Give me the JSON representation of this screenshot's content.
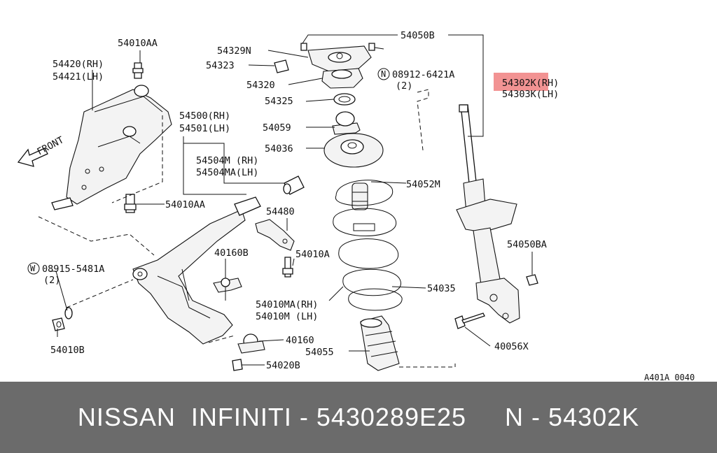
{
  "labels": {
    "l54010AA_top": "54010AA",
    "l54420": "54420(RH)",
    "l54421": "54421(LH)",
    "front": "FRONT",
    "l54329N": "54329N",
    "l54323": "54323",
    "l54320": "54320",
    "l54325": "54325",
    "l54059": "54059",
    "l54036": "54036",
    "l54050B": "54050B",
    "l08912": "08912-6421A",
    "l08912_qty": "(2)",
    "l54302K": "54302K(RH)",
    "l54303K": "54303K(LH)",
    "l54500": "54500(RH)",
    "l54501": "54501(LH)",
    "l54504M": "54504M (RH)",
    "l54504MA": "54504MA(LH)",
    "l54010AA_mid": "54010AA",
    "l54480": "54480",
    "l54052M": "54052M",
    "l54050BA": "54050BA",
    "l40160B": "40160B",
    "l54010A": "54010A",
    "l08915": "08915-5481A",
    "l08915_qty": "(2)",
    "l54035": "54035",
    "l54010MA": "54010MA(RH)",
    "l54010M": "54010M (LH)",
    "l40160": "40160",
    "l54010B": "54010B",
    "l54055": "54055",
    "l40056X": "40056X",
    "l54020B": "54020B",
    "code": "A401A 0040",
    "circle_n": "N",
    "circle_w": "W"
  },
  "footer": {
    "text": "NISSAN  INFINITI - 5430289E25     N - 54302K"
  },
  "colors": {
    "highlight": "#f08080",
    "footer_bg": "#6b6b6b"
  }
}
